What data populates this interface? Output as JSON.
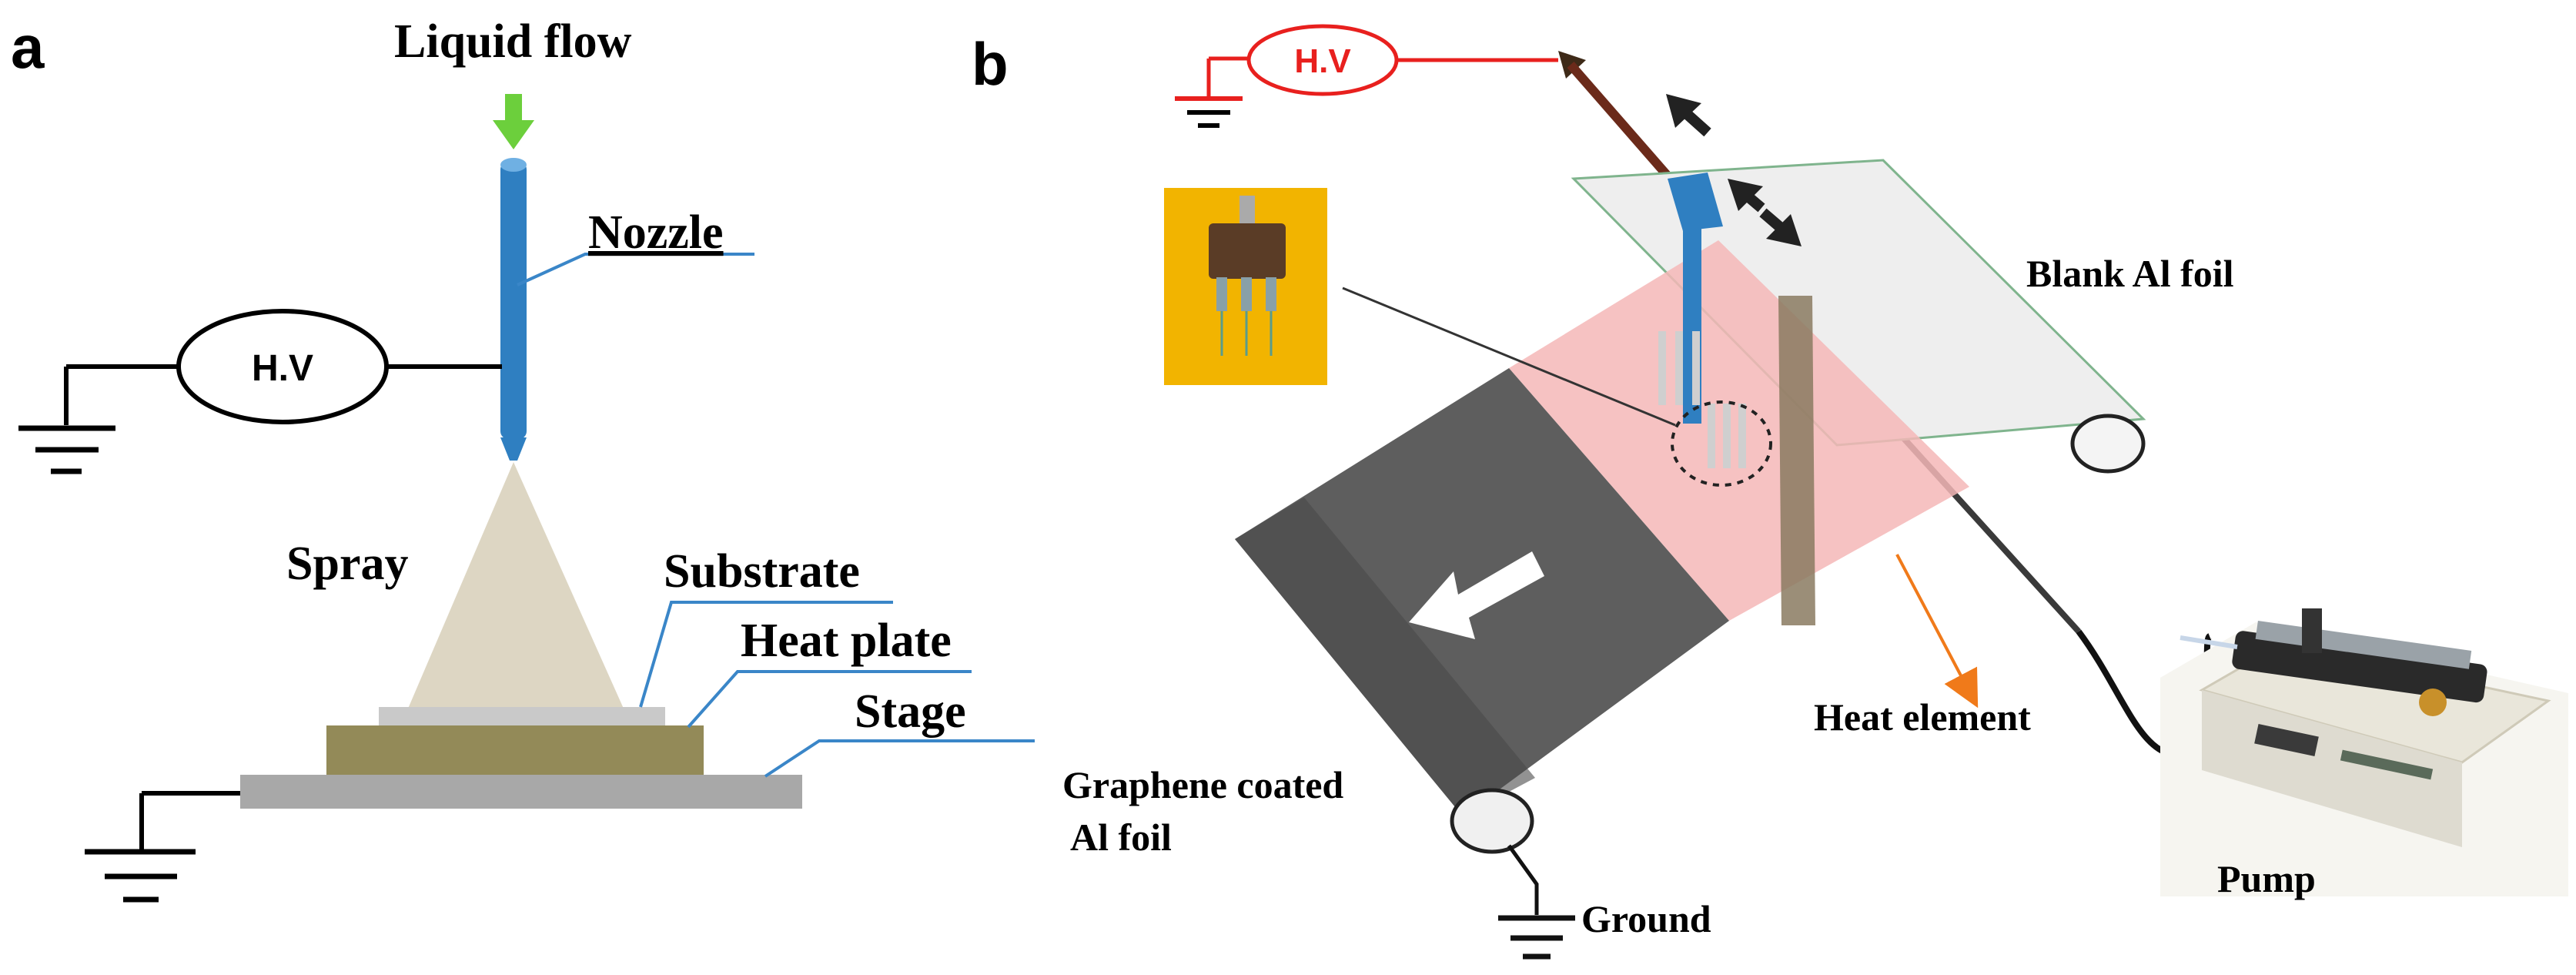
{
  "panel_a": {
    "letter": "a",
    "labels": {
      "liquid_flow": "Liquid flow",
      "nozzle": "Nozzle",
      "hv": "H.V",
      "spray": "Spray",
      "substrate": "Substrate",
      "heat_plate": "Heat plate",
      "stage": "Stage"
    }
  },
  "panel_b": {
    "letter": "b",
    "labels": {
      "hv": "H.V",
      "blank_al_foil": "Blank Al foil",
      "heat_element": "Heat element",
      "graphene_coated_line1": "Graphene coated",
      "graphene_coated_line2": "Al foil",
      "ground": "Ground",
      "pump": "Pump"
    }
  },
  "colors": {
    "nozzle_blue": "#2f7fc1",
    "flow_green": "#6ccf3c",
    "spray_beige": "#ddd6c3",
    "heat_plate_olive": "#938a58",
    "stage_gray": "#a8a8a8",
    "hv_red": "#e8201e",
    "leader_blue": "#3a86c8",
    "heat_arrow_orange": "#f07a1a",
    "foil_dark": "#5e5e5e",
    "heat_zone_pink": "#f4b7b7",
    "inset_yellow": "#f2b400"
  }
}
